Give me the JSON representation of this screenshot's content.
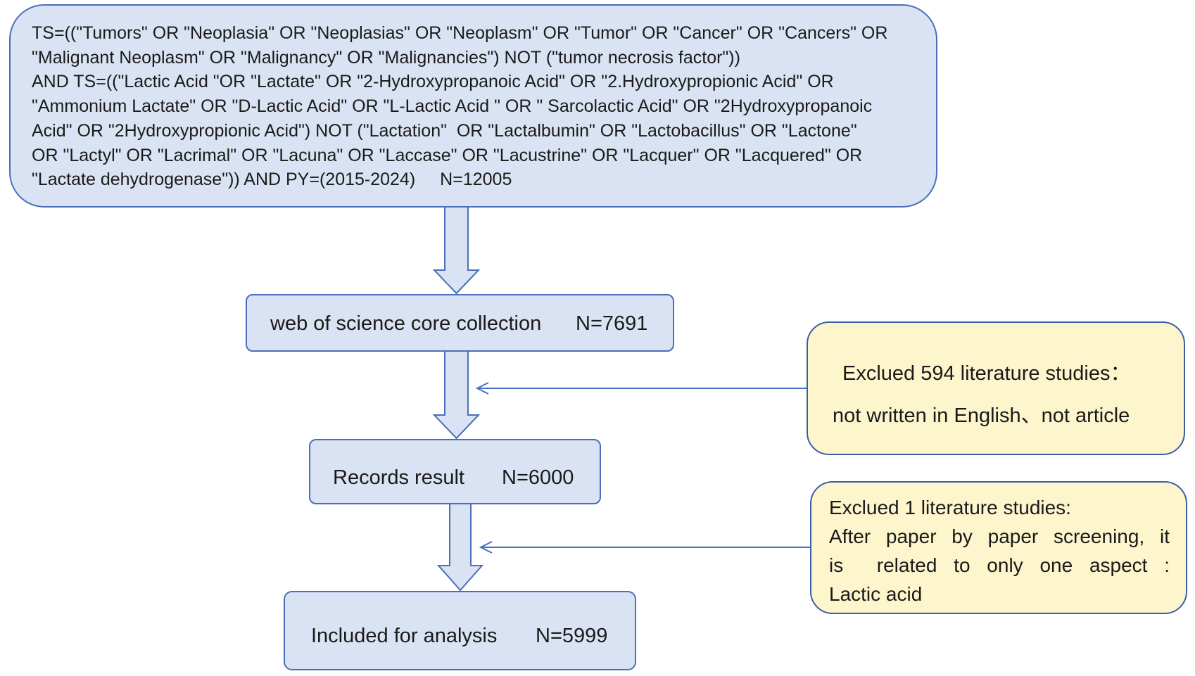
{
  "search_query": {
    "lines": [
      "TS=((\"Tumors\" OR \"Neoplasia\" OR \"Neoplasias\" OR \"Neoplasm\" OR \"Tumor\" OR \"Cancer\" OR \"Cancers\" OR",
      "\"Malignant Neoplasm\" OR \"Malignancy\" OR \"Malignancies\") NOT (\"tumor necrosis factor\"))",
      "AND TS=((\"Lactic Acid \"OR \"Lactate\" OR \"2-Hydroxypropanoic Acid\" OR \"2.Hydroxypropionic Acid\" OR",
      "\"Ammonium Lactate\" OR \"D-Lactic Acid\" OR \"L-Lactic Acid \" OR \" Sarcolactic Acid\" OR \"2Hydroxypropanoic",
      "Acid\" OR \"2Hydroxypropionic Acid\") NOT (\"Lactation\"  OR \"Lactalbumin\" OR \"Lactobacillus\" OR \"Lactone\"",
      "OR \"Lactyl\" OR \"Lacrimal\" OR \"Lacuna\" OR \"Laccase\" OR \"Lacustrine\" OR \"Lacquer\" OR \"Lacquered\" OR",
      "\"Lactate dehydrogenase\")) AND PY=(2015-2024)"
    ],
    "total": "N=12005"
  },
  "steps": {
    "wos": {
      "label": "web of science core collection",
      "count": "N=7691"
    },
    "records": {
      "label": "Records result",
      "count": "N=6000"
    },
    "included": {
      "label": "Included for analysis",
      "count": "N=5999"
    }
  },
  "exclusions": {
    "first": {
      "lines": [
        "Exclued 594 literature studies：",
        "not written in English、not article"
      ]
    },
    "second": {
      "lines": [
        "Exclued 1 literature studies:",
        "After paper by paper screening, it",
        "is  related to only one aspect :",
        "Lactic acid"
      ]
    }
  },
  "colors": {
    "step_fill": "#dae3f3",
    "step_border": "#4a6fb8",
    "exclusion_fill": "#fdf5cc",
    "exclusion_border": "#3a5ea8",
    "connector": "#4472c4"
  }
}
